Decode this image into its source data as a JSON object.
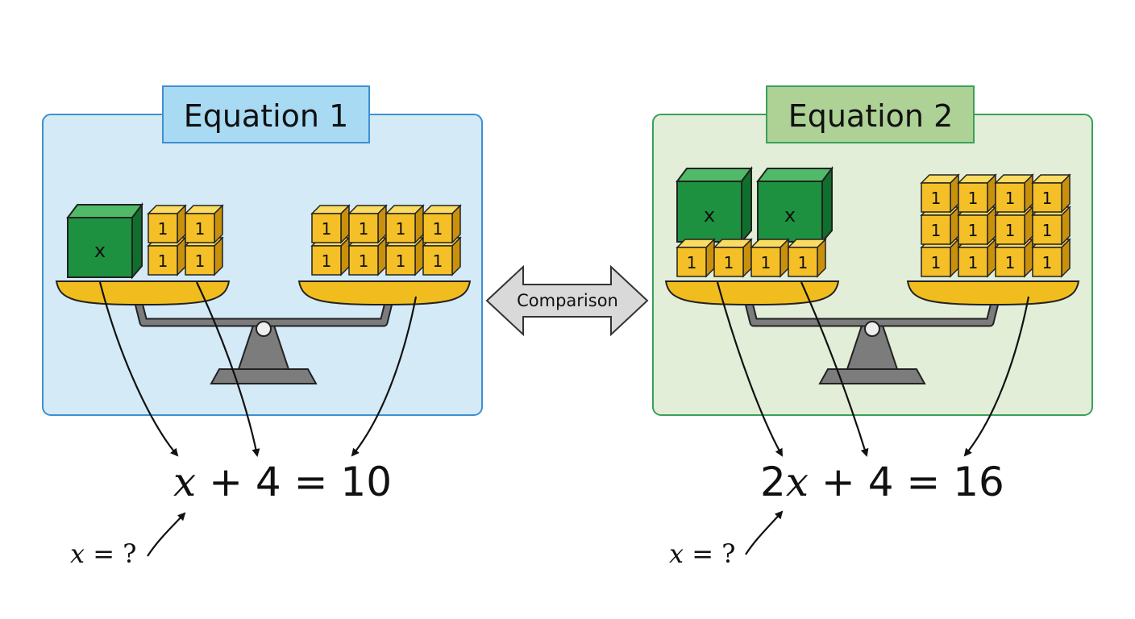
{
  "colors": {
    "panel1_bg": "#d4eaf6",
    "panel1_border": "#3f8fd0",
    "panel1_title_bg": "#a9daf3",
    "panel2_bg": "#e2eed8",
    "panel2_border": "#3aa05a",
    "panel2_title_bg": "#aed196",
    "unit_block": "#f5c027",
    "x_block": "#1e9140",
    "pan": "#f1bd1e",
    "scale_body": "#7c7c7c"
  },
  "comparison": {
    "label": "Comparison"
  },
  "panels": [
    {
      "title": "Equation 1",
      "variable_block_label": "x",
      "variable_block_count": 1,
      "left_unit_count": 4,
      "right_unit_count": 8,
      "unit_label": "1",
      "equation": {
        "var": "x",
        "rest": " + 4 = 10"
      },
      "note": {
        "var": "x",
        "rest": " = ?"
      }
    },
    {
      "title": "Equation 2",
      "variable_block_label": "x",
      "variable_block_count": 2,
      "left_unit_count": 4,
      "right_unit_count": 12,
      "unit_label": "1",
      "equation": {
        "coef": "2",
        "var": "x",
        "rest": " + 4 = 16"
      },
      "note": {
        "var": "x",
        "rest": " = ?"
      }
    }
  ]
}
